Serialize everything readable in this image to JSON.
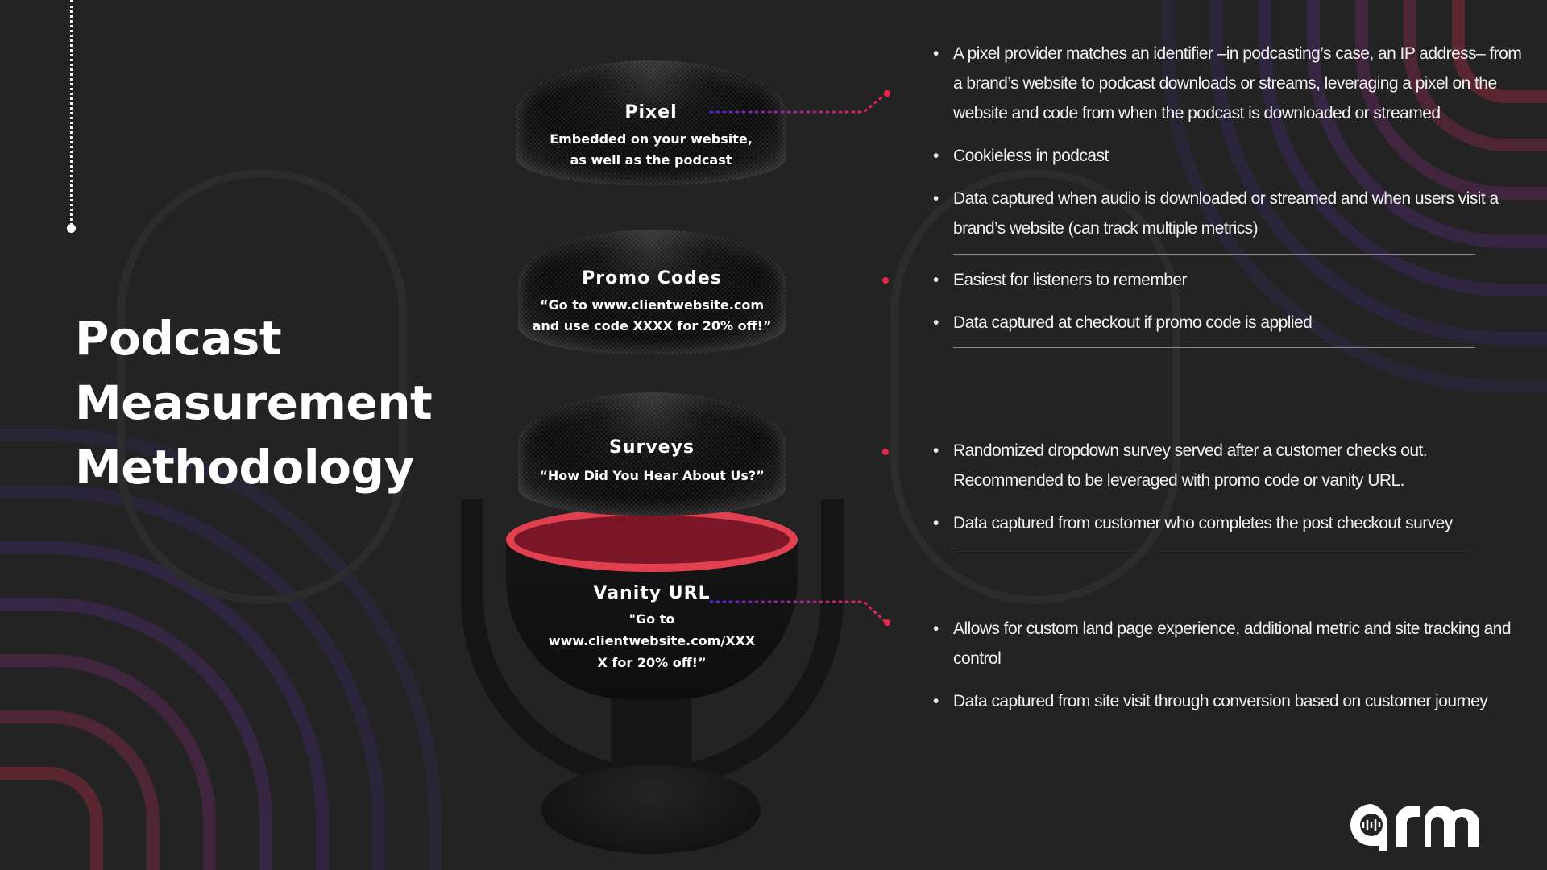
{
  "title": [
    "Podcast",
    "Measurement",
    "Methodology"
  ],
  "methods": [
    {
      "name": "Pixel",
      "desc": [
        "Embedded on your website,",
        "as well as the podcast"
      ]
    },
    {
      "name": "Promo Codes",
      "desc": [
        "“Go to www.clientwebsite.com",
        "and use code XXXX for 20% off!”"
      ]
    },
    {
      "name": "Surveys",
      "desc": [
        "“How Did You Hear About Us?”"
      ]
    },
    {
      "name": "Vanity URL",
      "desc": [
        "\"Go to",
        "www.clientwebsite.com/XXX",
        "X for 20% off!”"
      ]
    }
  ],
  "bullets": [
    [
      "A pixel provider matches an identifier –in podcasting’s case, an IP address– from a brand’s website to podcast downloads or streams, leveraging a pixel on the website and code from when the podcast is downloaded or streamed",
      "Cookieless in podcast",
      "Data captured when audio is downloaded or streamed and when users visit a brand’s website (can track multiple metrics)"
    ],
    [
      "Easiest for listeners to remember",
      "Data captured at checkout if promo code is applied"
    ],
    [
      "Randomized dropdown survey served after a customer checks out. Recommended to be leveraged with promo code or vanity URL.",
      "Data captured from customer who completes the post checkout survey"
    ],
    [
      "Allows for custom land page experience, additional metric and site tracking and control",
      "Data captured from site visit through conversion based on customer journey"
    ]
  ],
  "logo": "arm",
  "colors": {
    "accent_red": "#e8264a",
    "accent_purple": "#6a1fd0",
    "background": "#232323"
  }
}
